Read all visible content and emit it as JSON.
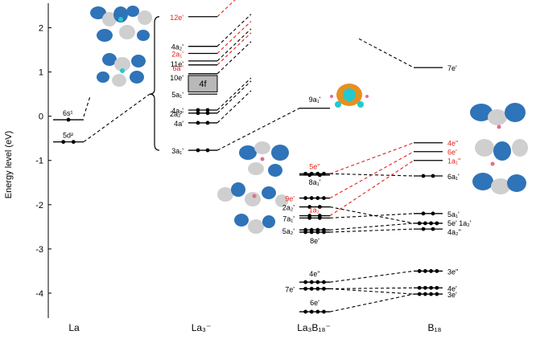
{
  "axis": {
    "ylabel": "Energy level (eV)",
    "ymin": -4.6,
    "ymax": 2.5,
    "ticks": [
      2,
      1,
      0,
      -1,
      -2,
      -3,
      -4
    ]
  },
  "columns": [
    "La",
    "La₃⁻",
    "La₃B₁₈⁻",
    "B₁₈"
  ],
  "band_label": "4f",
  "levels": {
    "La": [
      {
        "label": "6s¹",
        "energy": -0.08,
        "electrons": 1
      },
      {
        "label": "5d²",
        "energy": -0.58,
        "electrons": 2
      }
    ],
    "La3": [
      {
        "label": "12e'",
        "energy": 2.25,
        "electrons": 0,
        "color": "red"
      },
      {
        "label": "4a₂'",
        "energy": 1.58,
        "electrons": 0,
        "color": "black"
      },
      {
        "label": "2a₁'",
        "energy": 1.42,
        "electrons": 0,
        "color": "red"
      },
      {
        "label": "11e'",
        "energy": 1.25,
        "electrons": 0,
        "color": "black"
      },
      {
        "label": "6a''",
        "energy": 1.16,
        "electrons": 0,
        "color": "red"
      },
      {
        "label": "10e'",
        "energy": 0.96,
        "electrons": 0,
        "color": "black"
      },
      {
        "label": "5a₁'",
        "energy": 0.5,
        "electrons": 0,
        "color": "black"
      },
      {
        "label": "4a₁'",
        "energy": 0.14,
        "electrons": 2,
        "color": "black"
      },
      {
        "label": "2a₂''",
        "energy": 0.07,
        "electrons": 2,
        "color": "black"
      },
      {
        "label": "4a'",
        "energy": -0.15,
        "electrons": 2,
        "color": "black"
      },
      {
        "label": "3a₁'",
        "energy": -0.77,
        "electrons": 2,
        "color": "black"
      }
    ],
    "La3B18": [
      {
        "label": "9a₁'",
        "energy": 0.18,
        "electrons": 0,
        "color": "black"
      },
      {
        "label": "5e''",
        "energy": -1.3,
        "electrons": 4,
        "color": "red"
      },
      {
        "label": "8a₁'",
        "energy": -1.33,
        "electrons": 2,
        "color": "black"
      },
      {
        "label": "9e'",
        "energy": -1.85,
        "electrons": 4,
        "color": "red"
      },
      {
        "label": "2a₂'",
        "energy": -2.05,
        "electrons": 2,
        "color": "black"
      },
      {
        "label": "1a₁'",
        "energy": -2.25,
        "electrons": 2,
        "color": "red"
      },
      {
        "label": "7a₁'",
        "energy": -2.3,
        "electrons": 2,
        "color": "black"
      },
      {
        "label": "5a₂'",
        "energy": -2.57,
        "electrons": 4,
        "color": "black"
      },
      {
        "label": "8e'",
        "energy": -2.62,
        "electrons": 4,
        "color": "black"
      },
      {
        "label": "4e''",
        "energy": -3.75,
        "electrons": 4,
        "color": "black"
      },
      {
        "label": "7e'",
        "energy": -3.9,
        "electrons": 4,
        "color": "black"
      },
      {
        "label": "6e'",
        "energy": -4.42,
        "electrons": 4,
        "color": "black"
      }
    ],
    "B18": [
      {
        "label": "7e'",
        "energy": 1.1,
        "electrons": 0,
        "color": "black"
      },
      {
        "label": "4e''",
        "energy": -0.6,
        "electrons": 0,
        "color": "red"
      },
      {
        "label": "6e'",
        "energy": -0.8,
        "electrons": 0,
        "color": "red"
      },
      {
        "label": "1a₁''",
        "energy": -1.0,
        "electrons": 0,
        "color": "red"
      },
      {
        "label": "6a₁'",
        "energy": -1.35,
        "electrons": 2,
        "color": "black"
      },
      {
        "label": "5a₁'",
        "energy": -2.2,
        "electrons": 2,
        "color": "black"
      },
      {
        "label": "5e' 1a₂'",
        "energy": -2.42,
        "electrons": 4,
        "color": "black"
      },
      {
        "label": "4a₂''",
        "energy": -2.55,
        "electrons": 2,
        "color": "black"
      },
      {
        "label": "3e''",
        "energy": -3.5,
        "electrons": 4,
        "color": "black"
      },
      {
        "label": "4e'",
        "energy": -3.88,
        "electrons": 4,
        "color": "black"
      },
      {
        "label": "3e'",
        "energy": -4.02,
        "electrons": 4,
        "color": "black"
      }
    ]
  }
}
